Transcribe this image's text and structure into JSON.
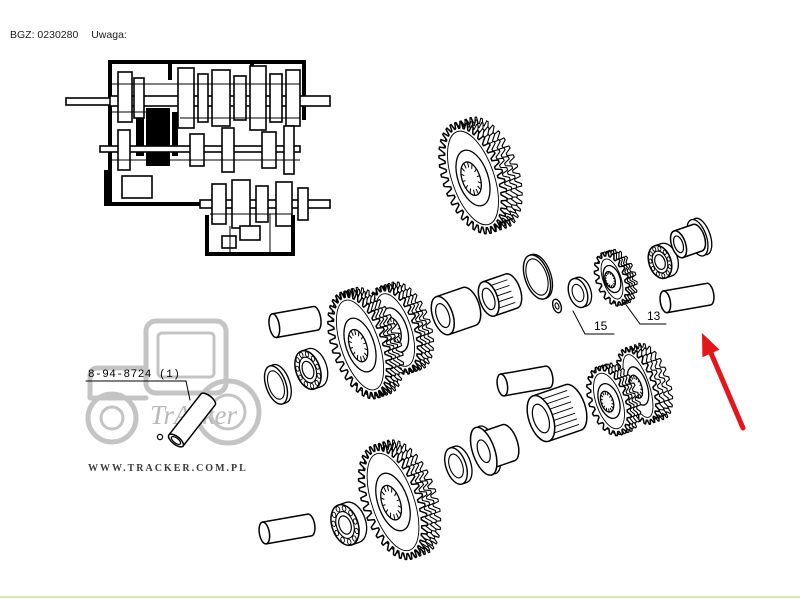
{
  "header": {
    "code_label": "BGZ: 0230280",
    "note_label": "Uwaga:"
  },
  "callouts": {
    "ref_15": "15",
    "ref_13": "13",
    "part_number": "8-94-8724 (1)"
  },
  "watermark": {
    "logo_text": "TrAcker",
    "url": "WWW.TRACKER.COM.PL"
  },
  "annotation": {
    "pointer_icon": "arrow-icon"
  },
  "colors": {
    "line": "#000000",
    "arrow": "#e3161c",
    "watermark": "#c4c4c4",
    "watermark_logo": "#b9b9b9",
    "watermark_text": "#3a3a3a",
    "bottom_rule": "#d3e6bd",
    "background": "#ffffff"
  }
}
